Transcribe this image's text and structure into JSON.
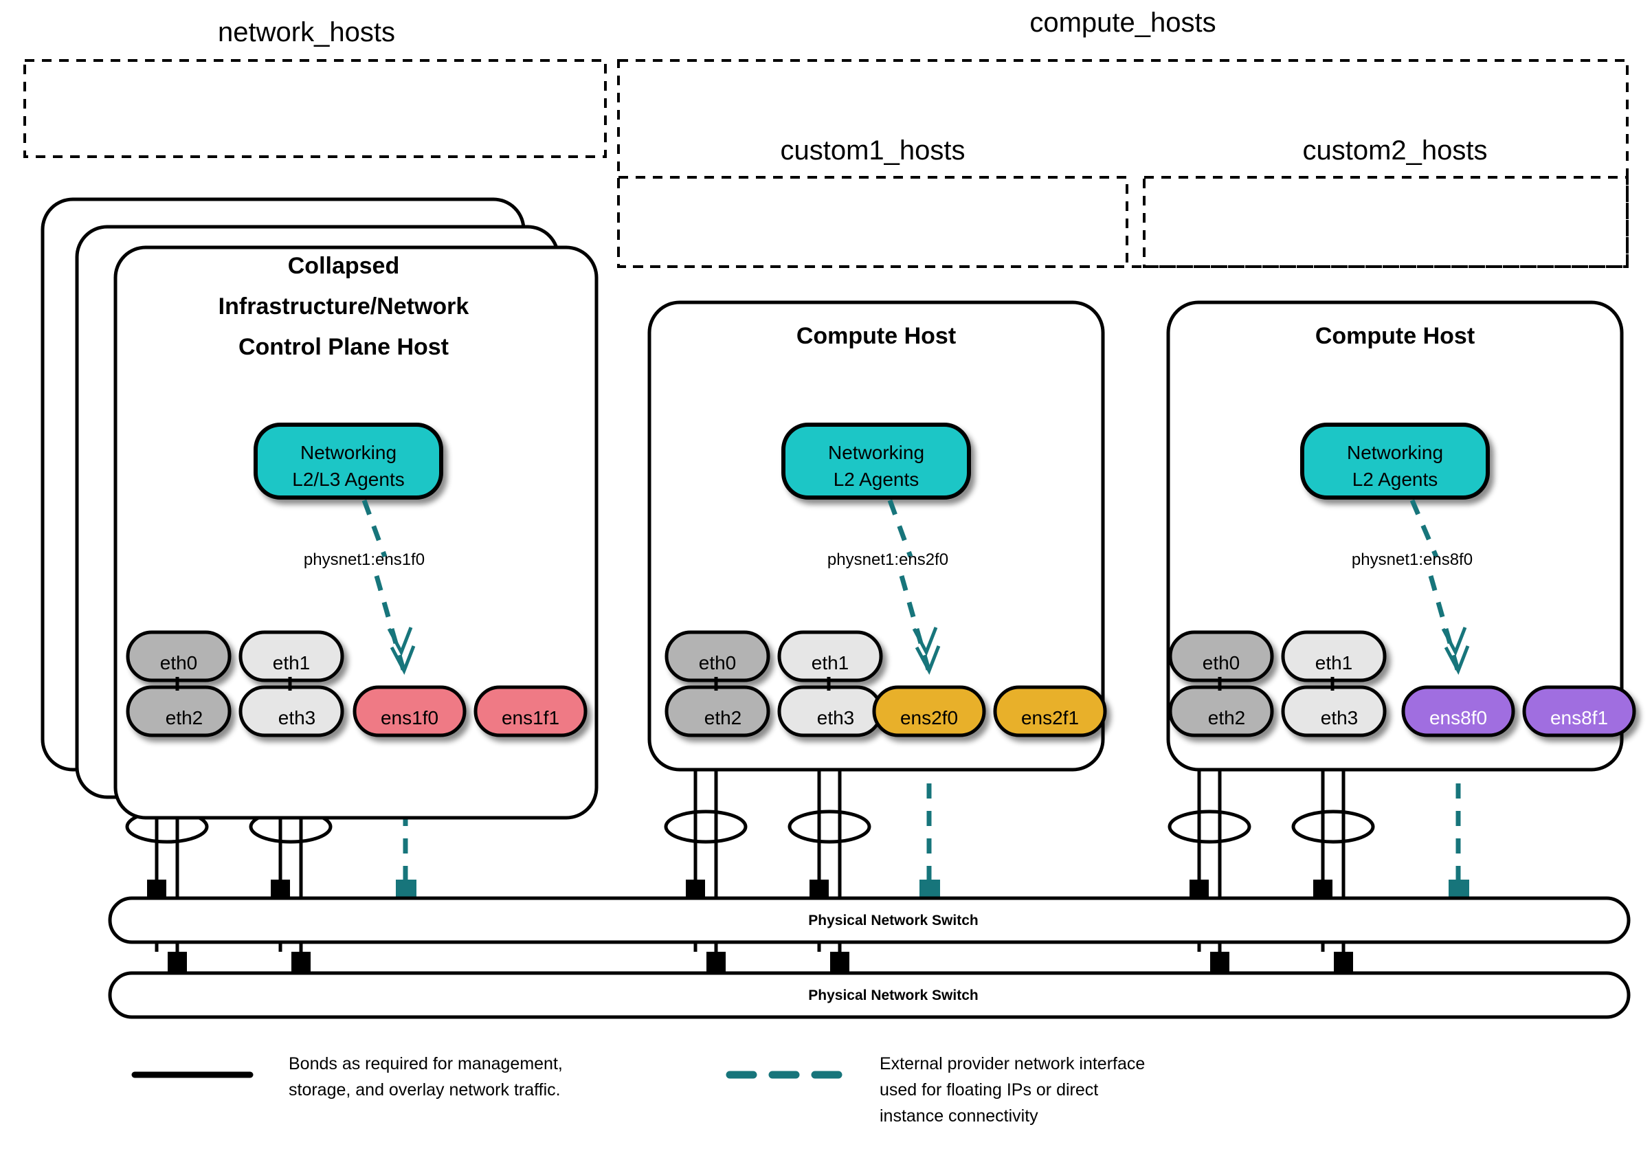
{
  "groups": [
    {
      "id": "network_hosts",
      "label": "network_hosts"
    },
    {
      "id": "compute_hosts",
      "label": "compute_hosts"
    },
    {
      "id": "custom1_hosts",
      "label": "custom1_hosts"
    },
    {
      "id": "custom2_hosts",
      "label": "custom2_hosts"
    }
  ],
  "hosts": [
    {
      "id": "collapsed-host",
      "title_lines": [
        "Collapsed",
        "Infrastructure/Network",
        "Control Plane Host"
      ],
      "stacked": true,
      "agent": {
        "lines": [
          "Networking",
          "L2/L3 Agents"
        ],
        "color": "#1ec6c6"
      },
      "physnet_label": "physnet1:ens1f0",
      "nics": [
        {
          "name": "eth0",
          "color": "#b3b3b3",
          "text": "#000000"
        },
        {
          "name": "eth1",
          "color": "#e6e6e6",
          "text": "#000000"
        },
        {
          "name": "eth2",
          "color": "#b3b3b3",
          "text": "#000000"
        },
        {
          "name": "eth3",
          "color": "#e6e6e6",
          "text": "#000000"
        },
        {
          "name": "ens1f0",
          "color": "#ef7a85",
          "text": "#000000"
        },
        {
          "name": "ens1f1",
          "color": "#ef7a85",
          "text": "#000000"
        }
      ]
    },
    {
      "id": "compute-host-1",
      "title_lines": [
        "Compute Host"
      ],
      "stacked": false,
      "agent": {
        "lines": [
          "Networking",
          "L2 Agents"
        ],
        "color": "#1ec6c6"
      },
      "physnet_label": "physnet1:ens2f0",
      "nics": [
        {
          "name": "eth0",
          "color": "#b3b3b3",
          "text": "#000000"
        },
        {
          "name": "eth1",
          "color": "#e6e6e6",
          "text": "#000000"
        },
        {
          "name": "eth2",
          "color": "#b3b3b3",
          "text": "#000000"
        },
        {
          "name": "eth3",
          "color": "#e6e6e6",
          "text": "#000000"
        },
        {
          "name": "ens2f0",
          "color": "#e8b02a",
          "text": "#000000"
        },
        {
          "name": "ens2f1",
          "color": "#e8b02a",
          "text": "#000000"
        }
      ]
    },
    {
      "id": "compute-host-2",
      "title_lines": [
        "Compute Host"
      ],
      "stacked": false,
      "agent": {
        "lines": [
          "Networking",
          "L2 Agents"
        ],
        "color": "#1ec6c6"
      },
      "physnet_label": "physnet1:ens8f0",
      "nics": [
        {
          "name": "eth0",
          "color": "#b3b3b3",
          "text": "#000000"
        },
        {
          "name": "eth1",
          "color": "#e6e6e6",
          "text": "#000000"
        },
        {
          "name": "eth2",
          "color": "#b3b3b3",
          "text": "#000000"
        },
        {
          "name": "eth3",
          "color": "#e6e6e6",
          "text": "#000000"
        },
        {
          "name": "ens8f0",
          "color": "#a06ee0",
          "text": "#ffffff"
        },
        {
          "name": "ens8f1",
          "color": "#a06ee0",
          "text": "#ffffff"
        }
      ]
    }
  ],
  "switches": [
    {
      "id": "switch-top",
      "label": "Physical Network Switch"
    },
    {
      "id": "switch-bottom",
      "label": "Physical Network Switch"
    }
  ],
  "legend": [
    {
      "id": "legend-bonds",
      "style": "solid",
      "color": "#000000",
      "lines": [
        "Bonds as required for management,",
        "storage, and overlay network traffic."
      ]
    },
    {
      "id": "legend-provider",
      "style": "dashed",
      "color": "#17757b",
      "lines": [
        "External provider network interface",
        "used for floating IPs or direct",
        "instance connectivity"
      ]
    }
  ],
  "colors": {
    "teal": "#1ec6c6",
    "teal_dark": "#17757b",
    "pink": "#ef7a85",
    "amber": "#e8b02a",
    "purple": "#a06ee0",
    "gray_dark": "#b3b3b3",
    "gray_light": "#e6e6e6"
  }
}
